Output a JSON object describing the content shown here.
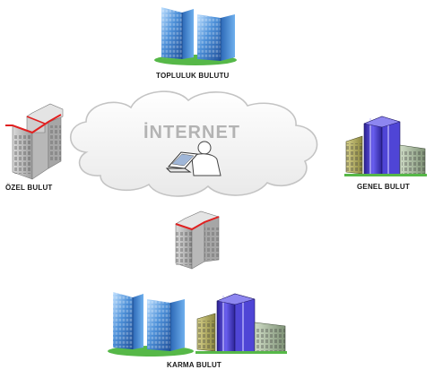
{
  "center": {
    "title": "İNTERNET",
    "icon": "cloud-with-laptop-user"
  },
  "nodes": {
    "topluluk": {
      "label": "TOPLULUK BULUTU",
      "icon": "blue-office-towers-on-grass"
    },
    "ozel": {
      "label": "ÖZEL BULUT",
      "icon": "grey-building-red-roofline"
    },
    "genel": {
      "label": "GENEL BULUT",
      "icon": "purple-blue-tower-complex"
    },
    "karma": {
      "label": "KARMA BULUT",
      "icon": "hybrid-building-group"
    }
  },
  "colors": {
    "cloud_fill": "#f3f3f3",
    "cloud_stroke": "#c4c4c4",
    "internet_text": "#b3b3b3",
    "grass": "#56b848",
    "glass_blue": "#3f7fc4",
    "tower_purple": "#3b2fb4",
    "roof_red": "#e02020"
  }
}
